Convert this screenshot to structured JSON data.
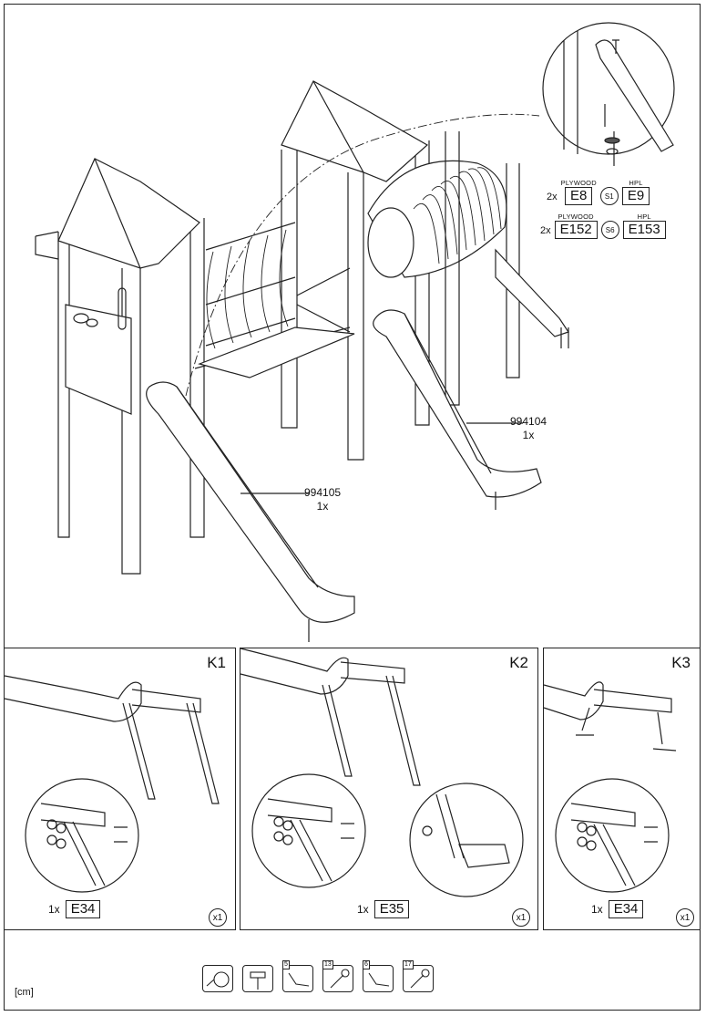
{
  "parts": {
    "slide_right": {
      "code": "994104",
      "qty": "1x"
    },
    "slide_left": {
      "code": "994105",
      "qty": "1x"
    }
  },
  "hardware": [
    {
      "qty": "2x",
      "plywood_label": "PLYWOOD",
      "plywood_code": "E8",
      "set": "S1",
      "hpl_label": "HPL",
      "hpl_code": "E9"
    },
    {
      "qty": "2x",
      "plywood_label": "PLYWOOD",
      "plywood_code": "E152",
      "set": "S6",
      "hpl_label": "HPL",
      "hpl_code": "E153"
    }
  ],
  "panels": [
    {
      "label": "K1",
      "qty": "1x",
      "code": "E34",
      "count": "x1"
    },
    {
      "label": "K2",
      "qty": "1x",
      "code": "E35",
      "count": "x1"
    },
    {
      "label": "K3",
      "qty": "1x",
      "code": "E34",
      "count": "x1"
    }
  ],
  "tools": [
    {
      "icon": "tape-measure-icon",
      "size": ""
    },
    {
      "icon": "hammer-icon",
      "size": ""
    },
    {
      "icon": "hex-key-icon",
      "size": "5"
    },
    {
      "icon": "wrench-icon",
      "size": "13"
    },
    {
      "icon": "hex-key-icon",
      "size": "6"
    },
    {
      "icon": "wrench-icon",
      "size": "17"
    }
  ],
  "unit": "[cm]"
}
